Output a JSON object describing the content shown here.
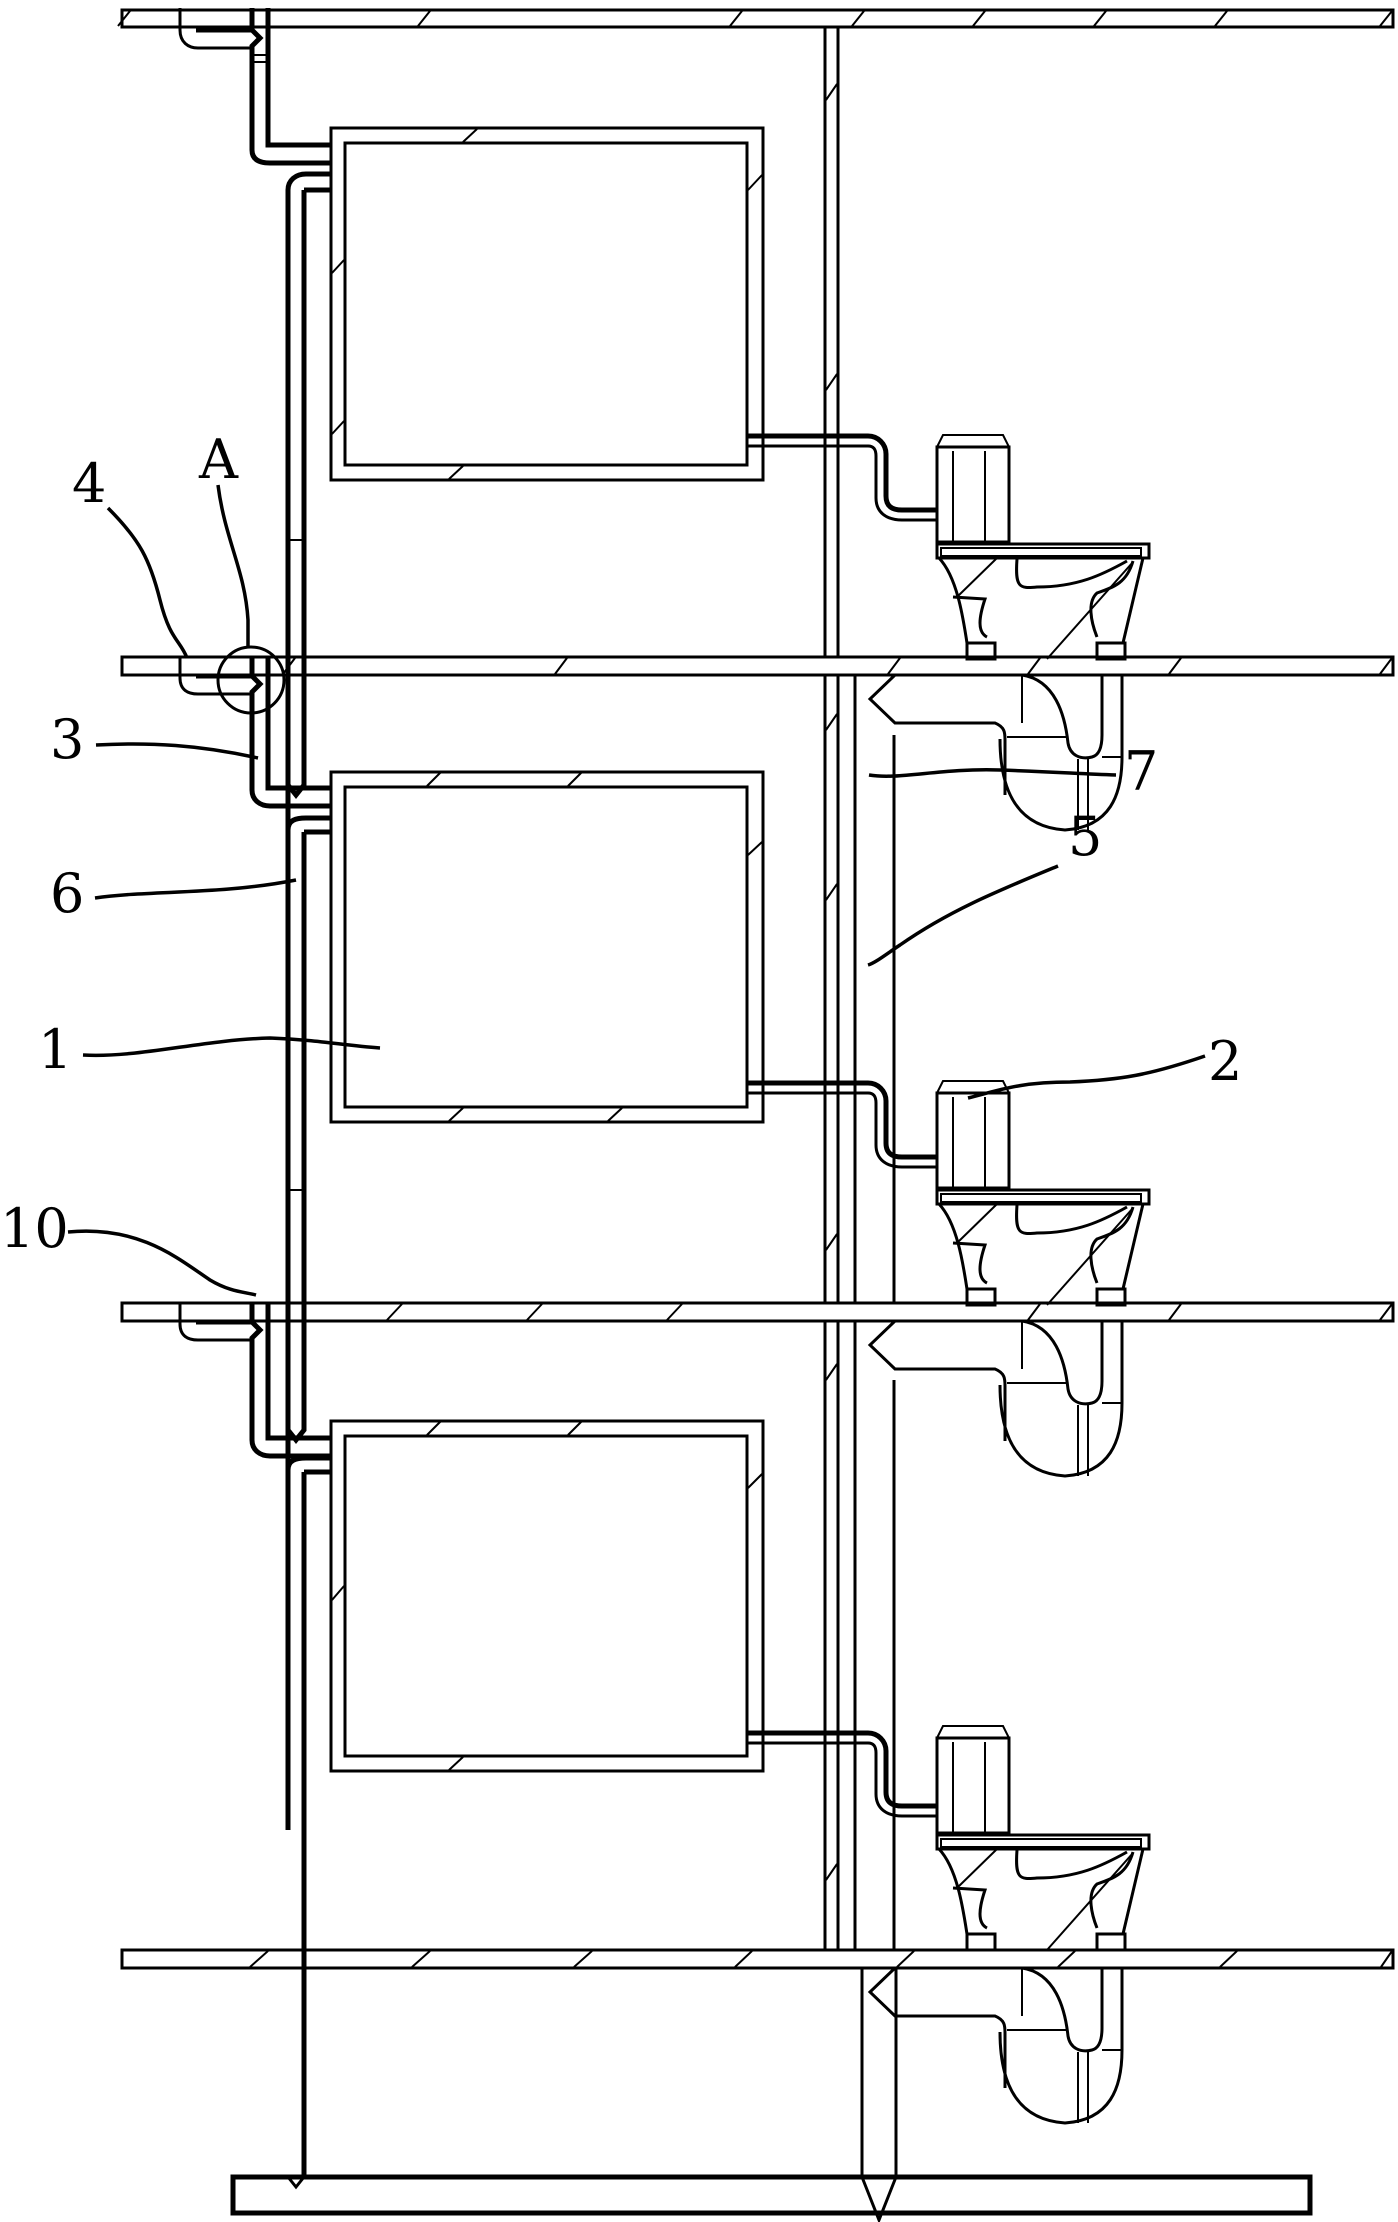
{
  "figure": {
    "type": "building sectional plumbing diagram",
    "floors": 3,
    "labels": [
      {
        "id": "label-1",
        "text": "1",
        "meaning": "water tank"
      },
      {
        "id": "label-2",
        "text": "2",
        "meaning": "toilet cistern"
      },
      {
        "id": "label-3",
        "text": "3",
        "meaning": "inlet pipe"
      },
      {
        "id": "label-4",
        "text": "4",
        "meaning": "floor drain pipe"
      },
      {
        "id": "label-5",
        "text": "5",
        "meaning": "supply pipe"
      },
      {
        "id": "label-6",
        "text": "6",
        "meaning": "overflow pipe"
      },
      {
        "id": "label-7",
        "text": "7",
        "meaning": "drain stack"
      },
      {
        "id": "label-10",
        "text": "10",
        "meaning": "connector"
      },
      {
        "id": "label-A",
        "text": "A",
        "meaning": "detail callout"
      }
    ]
  },
  "colors": {
    "line": "#000000",
    "background": "#ffffff"
  }
}
